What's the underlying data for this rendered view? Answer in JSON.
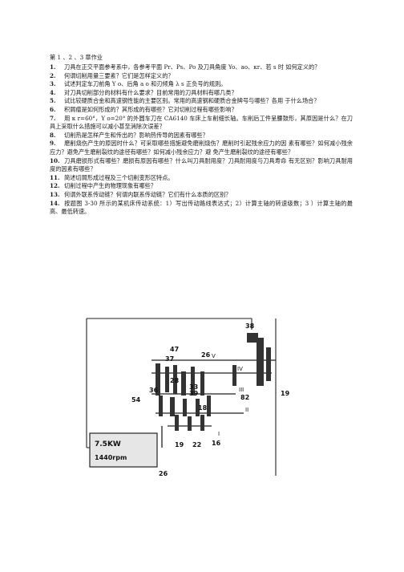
{
  "header": "第 1 、2 、3 章作业",
  "questions": [
    {
      "num": "1.",
      "text": "刀具在正交平面参考系中，各参考平面 Pr、Ps、Po 及刀具角度 Yo、ao、κr、若 s 时 如何定义的？"
    },
    {
      "num": "2.",
      "text": "何谓切削用量三要素？它们是怎样定义的？"
    },
    {
      "num": "3.",
      "text": "试述判定车刀前角 Y o、后角 a o 和刃倾角 λ s 正负号的规则。"
    },
    {
      "num": "4.",
      "text": "对刀具切削部分的材料有什么要求？目前常用的刀具材料有哪几类？"
    },
    {
      "num": "5.",
      "text": "试比较硬质合金和高速钢性能的主要区别。常用的高速钢和硬质合金牌号与哪些？各用 于什么场合？"
    },
    {
      "num": "6.",
      "text": "积屑瘤是如何形成的？其形成的有哪些？它对切削过程有哪些影响？"
    },
    {
      "num": "7.",
      "text": "用 κ r=60°，Y o=20° 的外圆车刀在 CA6140 车床上车削细长轴。车削后工件呈腰鼓形，其原因是什么？在刀具上采取什么措施可以减小甚至消除次误差？"
    },
    {
      "num": "8.",
      "text": "切削热是怎样产生和传出的？影响热传导的因素有哪些？"
    },
    {
      "num": "9.",
      "text": "磨削烧伤产生的原因时什么？可采取哪些措施避免磨削烧伤？磨削时引起残余应力的因 素有哪些？如何减小残余应力？避免产生磨削裂纹的途径有哪些？如何减小残余应力？避 免产生磨削裂纹的途径有哪些？"
    },
    {
      "num": "10.",
      "text": "刀具磨损形式有哪些？磨损有原因有哪些？什么叫刀具耐用度？刀具耐用度与刀具寿命 有无区别？影响刀具耐用度的因素有哪些？"
    },
    {
      "num": "11.",
      "text": "简述切屑形成过程及三个切削变形区特点。"
    },
    {
      "num": "12.",
      "text": "切削过程中产生的物理现象有哪些？"
    },
    {
      "num": "13.",
      "text": "何谓外联系传动链？何谓内联系传动链？它们有什么本质的区别？"
    },
    {
      "num": "14.",
      "text": "按题图 3-30 所示的某机床传动系统：1）写出传动路线表达式；2）计算主轴的转速级数；3 ）计算主轴的最高、最低转速。"
    }
  ],
  "diagram": {
    "motor_power": "7.5KW",
    "motor_speed": "1440rpm",
    "shaft_labels": [
      "I",
      "II",
      "III",
      "IV",
      "V"
    ],
    "gear_teeth": [
      "38",
      "47",
      "26",
      "37",
      "28",
      "36",
      "33",
      "39",
      "82",
      "54",
      "18",
      "19",
      "22",
      "16",
      "26",
      "19"
    ]
  }
}
